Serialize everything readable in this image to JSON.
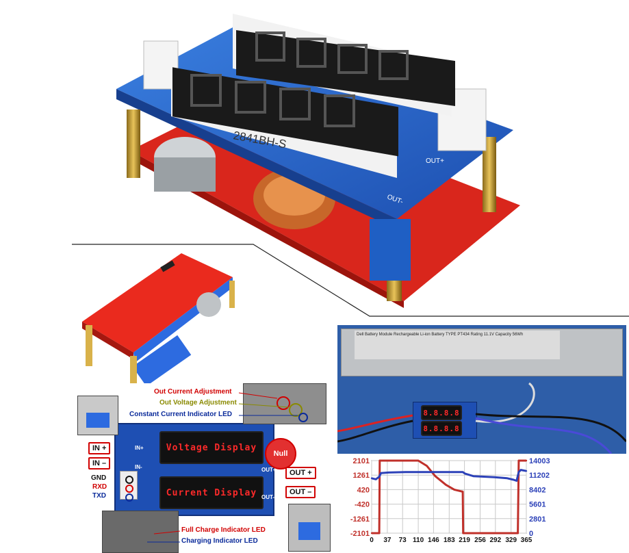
{
  "hero": {
    "chip_label": "2841BH-S",
    "out_plus": "OUT+",
    "out_minus": "OUT-",
    "bottom_mark": "OUT-"
  },
  "diagram": {
    "labels": {
      "out_current": "Out Current Adjustment",
      "out_voltage": "Out Voltage Adjustment",
      "cc_led": "Constant Current Indicator LED",
      "full_charge": "Full Charge Indicator LED",
      "charging": "Charging Indicator LED"
    },
    "left_tags": {
      "in_plus": "IN +",
      "in_minus": "IN –",
      "gnd": "GND",
      "rxd": "RXD",
      "txd": "TXD"
    },
    "right_tags": {
      "out_plus": "OUT +",
      "out_minus": "OUT –"
    },
    "silk": {
      "in_plus": "IN+",
      "in_minus": "IN-",
      "out_plus": "OUT+",
      "out_minus": "OUT-"
    },
    "voltage_display": "Voltage Display",
    "current_display": "Current Display",
    "null_badge": "Null",
    "colors": {
      "red": "#d10000",
      "blue": "#0a2a9a",
      "olive": "#8a8a00",
      "board": "#1e4fb3"
    }
  },
  "battery": {
    "label_title": "Dell Battery Module",
    "label_sub": "Rechargeable Li-ion Battery",
    "type": "TYPE PT434",
    "rating": "Rating 11.1V",
    "capacity": "Capacity 56Wh",
    "display_top": "8.8.8.8",
    "display_bottom": "8.8.8.8"
  },
  "chart_data": {
    "type": "line",
    "x_ticks": [
      "0",
      "37",
      "73",
      "110",
      "146",
      "183",
      "219",
      "256",
      "292",
      "329",
      "365"
    ],
    "y_left_ticks": [
      "2101",
      "1261",
      "420",
      "-420",
      "-1261",
      "-2101"
    ],
    "y_right_ticks": [
      "14003",
      "11202",
      "8402",
      "5601",
      "2801",
      "0"
    ],
    "xlim": [
      0,
      365
    ],
    "ylim_left": [
      -2101,
      2101
    ],
    "ylim_right": [
      0,
      14003
    ],
    "grid": true,
    "series": [
      {
        "color": "#c0302a",
        "axis": "left",
        "x": [
          0,
          18,
          19,
          30,
          95,
          110,
          130,
          150,
          175,
          195,
          210,
          215,
          216,
          218,
          219,
          225,
          240,
          300,
          330,
          340,
          345,
          347,
          350,
          365
        ],
        "y": [
          -2101,
          -2101,
          2101,
          2101,
          2101,
          2101,
          1800,
          1200,
          700,
          420,
          330,
          300,
          -2101,
          -2101,
          -2101,
          -2101,
          -2101,
          -2101,
          -2101,
          -2101,
          -2101,
          2101,
          2101,
          2101
        ]
      },
      {
        "color": "#2c41b8",
        "axis": "right",
        "x": [
          0,
          10,
          18,
          22,
          40,
          80,
          120,
          160,
          200,
          215,
          220,
          240,
          290,
          320,
          335,
          342,
          347,
          352,
          365
        ],
        "y": [
          10600,
          10400,
          10900,
          11600,
          11700,
          11800,
          11800,
          11800,
          11800,
          11800,
          11500,
          11000,
          10800,
          10600,
          10300,
          10100,
          11800,
          12200,
          12000
        ]
      }
    ]
  }
}
